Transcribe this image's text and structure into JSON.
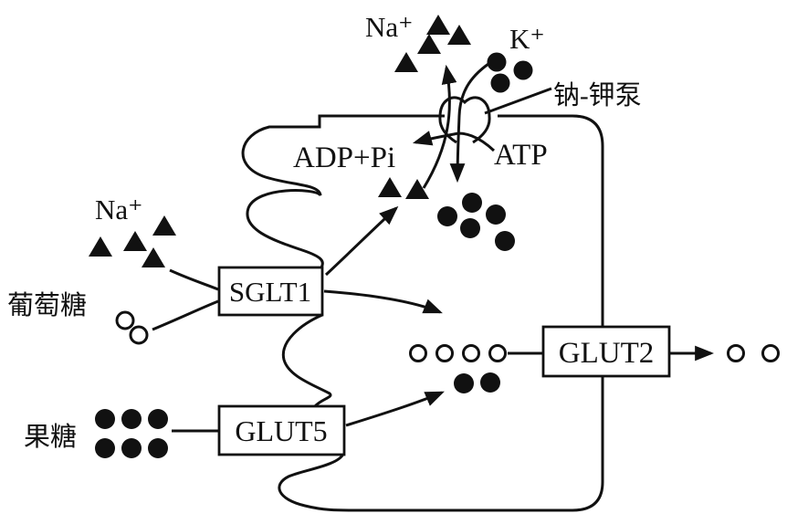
{
  "labels": {
    "na_top": "Na⁺",
    "k_top": "K⁺",
    "sodium_potassium_pump": "钠-钾泵",
    "adp_pi": "ADP+Pi",
    "atp": "ATP",
    "na_left": "Na⁺",
    "glucose": "葡萄糖",
    "fructose": "果糖"
  },
  "transporters": {
    "sglt1": "SGLT1",
    "glut5": "GLUT5",
    "glut2": "GLUT2"
  },
  "colors": {
    "ink": "#111111",
    "background": "#ffffff"
  },
  "particles": {
    "na_outside_top_triangles": 4,
    "k_outside_circles": 3,
    "na_inside_triangles": 2,
    "k_inside_circles": 5,
    "na_left_triangles": 4,
    "glucose_left_open_circles": 2,
    "glucose_inside_open_circles": 4,
    "glucose_right_open_circles": 2,
    "fructose_left_filled_circles": 6,
    "fructose_inside_filled_circles": 2
  }
}
